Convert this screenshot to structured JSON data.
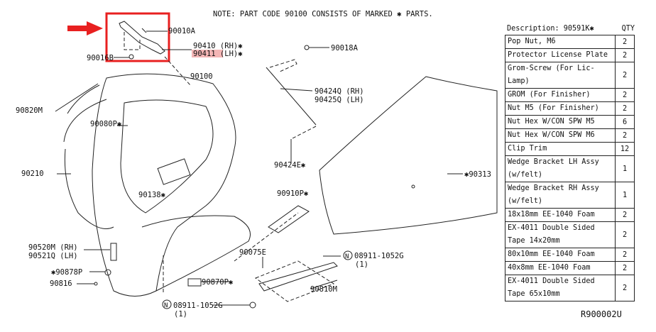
{
  "note": "NOTE: PART CODE 90100 CONSISTS OF MARKED ✱ PARTS.",
  "diagram_code": "R900002U",
  "highlight_color": "#e82020",
  "labels": {
    "p90010A": "90010A",
    "p90410": "90410 (RH)✱",
    "p90411": "90411 (LH)✱",
    "p90016B": "90016B",
    "p90018A": "90018A",
    "p90100": "90100",
    "p90820M": "90820M",
    "p90080P": "90080P✱",
    "p90424Q": "90424Q (RH)",
    "p90425Q": "90425Q (LH)",
    "p90210": "90210",
    "p90138": "90138✱",
    "p90424E": "90424E✱",
    "p90313": "✱90313",
    "p90910P": "90910P✱",
    "p90520M": "90520M (RH)",
    "p90521Q": "90521Q (LH)",
    "p90075E": "90075E",
    "p08911_a": "08911-1052G",
    "p08911_a_qty": "(1)",
    "p90878P": "✱90878P",
    "p90816": "90816",
    "p90870P": "90870P✱",
    "p90810M": "90810M",
    "p08911_b": "08911-1052G",
    "p08911_b_qty": "(1)",
    "n_mark": "N"
  },
  "table": {
    "title": "Description: 90591K✱",
    "qty_header": "QTY",
    "rows": [
      {
        "desc": "Pop Nut, M6",
        "qty": "2"
      },
      {
        "desc": "Protector License Plate",
        "qty": "2"
      },
      {
        "desc": "Grom-Screw (For Lic-Lamp)",
        "qty": "2"
      },
      {
        "desc": "GROM (For Finisher)",
        "qty": "2"
      },
      {
        "desc": "Nut M5 (For Finisher)",
        "qty": "2"
      },
      {
        "desc": "Nut Hex W/CON SPW M5",
        "qty": "6"
      },
      {
        "desc": "Nut Hex W/CON SPW M6",
        "qty": "2"
      },
      {
        "desc": "Clip Trim",
        "qty": "12"
      },
      {
        "desc": "Wedge Bracket LH Assy (w/felt)",
        "qty": "1"
      },
      {
        "desc": "Wedge Bracket RH Assy (w/felt)",
        "qty": "1"
      },
      {
        "desc": "18x18mm EE-1040 Foam",
        "qty": "2"
      },
      {
        "desc": "EX-4011 Double Sided Tape 14x20mm",
        "qty": "2"
      },
      {
        "desc": "80x10mm EE-1040 Foam",
        "qty": "2"
      },
      {
        "desc": "40x8mm EE-1040 Foam",
        "qty": "2"
      },
      {
        "desc": "EX-4011 Double Sided Tape 65x10mm",
        "qty": "2"
      }
    ]
  }
}
